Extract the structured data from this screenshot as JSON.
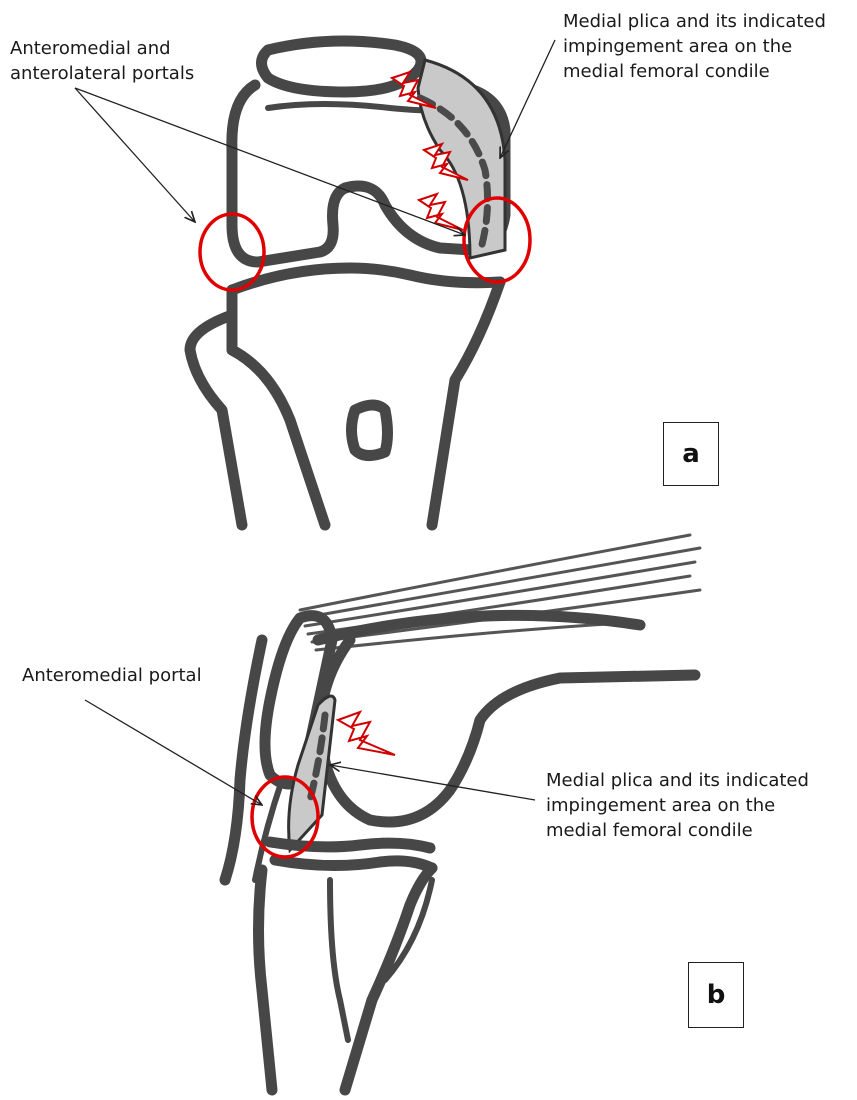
{
  "panel_a": {
    "label": "a",
    "portals_text": "Anteromedial and\nanterolateral portals",
    "plica_text": "Medial plica and its indicated\nimpingement area on the\nmedial femoral condile"
  },
  "panel_b": {
    "label": "b",
    "portal_text": "Anteromedial portal",
    "plica_text": "Medial plica and its indicated\nimpingement area on the\nmedial femoral condile"
  },
  "colors": {
    "bone_outline": "#474747",
    "plica_fill": "#c9c9c9",
    "portal_circle": "#e10000",
    "impingement_bolt": "#d10000"
  }
}
